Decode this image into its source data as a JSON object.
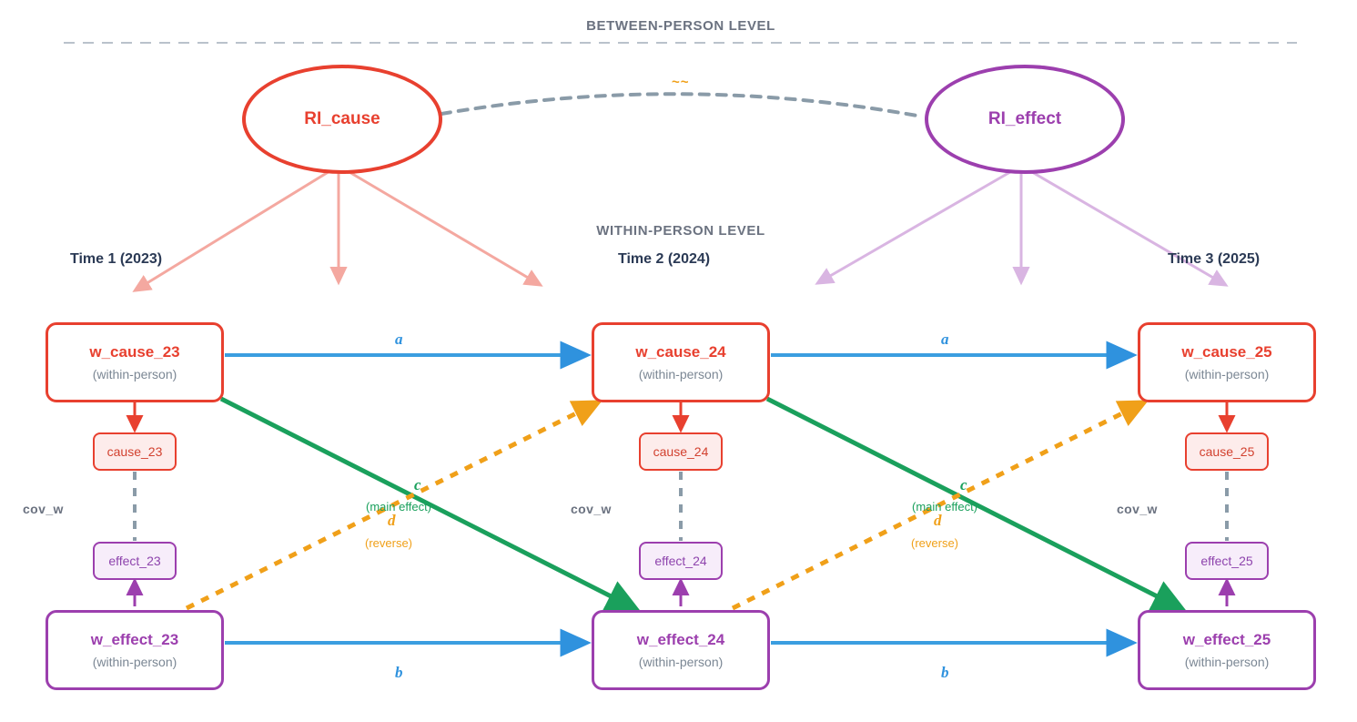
{
  "diagram": {
    "title_between": "BETWEEN-PERSON LEVEL",
    "title_within": "WITHIN-PERSON LEVEL",
    "correlation_symbol": "~~",
    "colors": {
      "cause": "#e8402f",
      "effect": "#9c3fae",
      "autoregressive": "#2f92de",
      "cross_main": "#1aa05c",
      "cross_reverse": "#f0a019",
      "covariance": "#8a9ba8",
      "label_dark": "#2b3a55",
      "label_gray": "#6b7280"
    }
  },
  "time_labels": [
    {
      "id": "t1",
      "text": "Time 1 (2023)"
    },
    {
      "id": "t2",
      "text": "Time 2 (2024)"
    },
    {
      "id": "t3",
      "text": "Time 3 (2025)"
    }
  ],
  "random_intercepts": [
    {
      "id": "ri_cause",
      "label": "RI_cause",
      "type": "cause"
    },
    {
      "id": "ri_effect",
      "label": "RI_effect",
      "type": "effect"
    }
  ],
  "within_boxes": [
    {
      "id": "w_cause_23",
      "label": "w_cause_23",
      "sublabel": "(within-person)",
      "type": "cause"
    },
    {
      "id": "w_cause_24",
      "label": "w_cause_24",
      "sublabel": "(within-person)",
      "type": "cause"
    },
    {
      "id": "w_cause_25",
      "label": "w_cause_25",
      "sublabel": "(within-person)",
      "type": "cause"
    },
    {
      "id": "w_effect_23",
      "label": "w_effect_23",
      "sublabel": "(within-person)",
      "type": "effect"
    },
    {
      "id": "w_effect_24",
      "label": "w_effect_24",
      "sublabel": "(within-person)",
      "type": "effect"
    },
    {
      "id": "w_effect_25",
      "label": "w_effect_25",
      "sublabel": "(within-person)",
      "type": "effect"
    }
  ],
  "observed_boxes": [
    {
      "id": "cause_23",
      "label": "cause_23",
      "type": "cause"
    },
    {
      "id": "cause_24",
      "label": "cause_24",
      "type": "cause"
    },
    {
      "id": "cause_25",
      "label": "cause_25",
      "type": "cause"
    },
    {
      "id": "effect_23",
      "label": "effect_23",
      "type": "effect"
    },
    {
      "id": "effect_24",
      "label": "effect_24",
      "type": "effect"
    },
    {
      "id": "effect_25",
      "label": "effect_25",
      "type": "effect"
    }
  ],
  "path_labels": {
    "a": "a",
    "b": "b",
    "c": "c",
    "c_note": "(main effect)",
    "d": "d",
    "d_note": "(reverse)",
    "cov": "cov_w"
  }
}
